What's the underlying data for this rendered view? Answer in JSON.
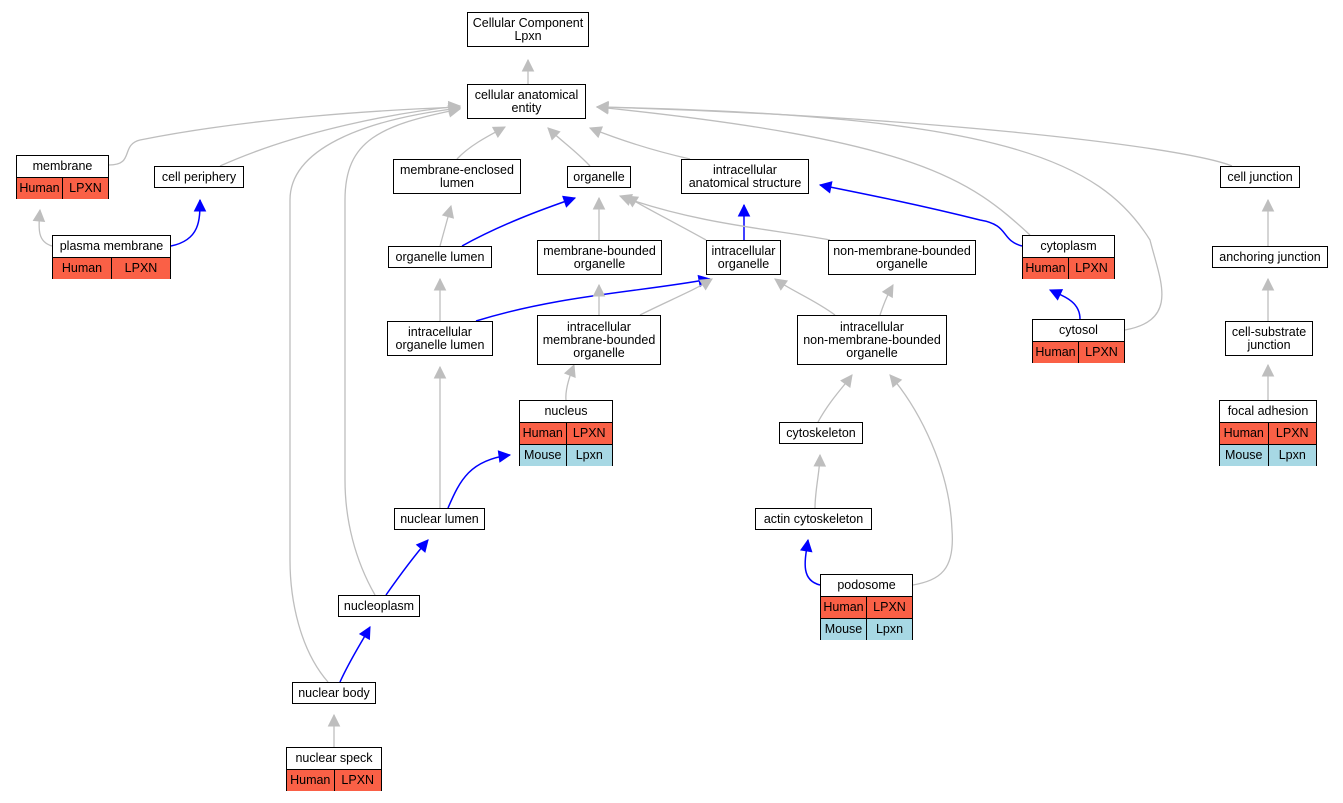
{
  "graph": {
    "nodes": [
      {
        "id": "root",
        "label": "Cellular Component\nLpxn",
        "annotations": []
      },
      {
        "id": "cae",
        "label": "cellular anatomical\nentity",
        "annotations": []
      },
      {
        "id": "membrane",
        "label": "membrane",
        "annotations": [
          [
            "Human",
            "LPXN"
          ]
        ]
      },
      {
        "id": "cellperiphery",
        "label": "cell periphery",
        "annotations": []
      },
      {
        "id": "plasmamembrane",
        "label": "plasma membrane",
        "annotations": [
          [
            "Human",
            "LPXN"
          ]
        ]
      },
      {
        "id": "mel",
        "label": "membrane-enclosed\nlumen",
        "annotations": []
      },
      {
        "id": "organelle",
        "label": "organelle",
        "annotations": []
      },
      {
        "id": "ias",
        "label": "intracellular\nanatomical structure",
        "annotations": []
      },
      {
        "id": "celljunction",
        "label": "cell junction",
        "annotations": []
      },
      {
        "id": "organellelumen",
        "label": "organelle lumen",
        "annotations": []
      },
      {
        "id": "mbo",
        "label": "membrane-bounded\norganelle",
        "annotations": []
      },
      {
        "id": "io",
        "label": "intracellular\norganelle",
        "annotations": []
      },
      {
        "id": "nmbo",
        "label": "non-membrane-bounded\norganelle",
        "annotations": []
      },
      {
        "id": "cytoplasm",
        "label": "cytoplasm",
        "annotations": [
          [
            "Human",
            "LPXN"
          ]
        ]
      },
      {
        "id": "anchoring",
        "label": "anchoring junction",
        "annotations": []
      },
      {
        "id": "iol",
        "label": "intracellular\norganelle lumen",
        "annotations": []
      },
      {
        "id": "imbo",
        "label": "intracellular\nmembrane-bounded\norganelle",
        "annotations": []
      },
      {
        "id": "inmbo",
        "label": "intracellular\nnon-membrane-bounded\norganelle",
        "annotations": []
      },
      {
        "id": "cytosol",
        "label": "cytosol",
        "annotations": [
          [
            "Human",
            "LPXN"
          ]
        ]
      },
      {
        "id": "csj",
        "label": "cell-substrate\njunction",
        "annotations": []
      },
      {
        "id": "nucleus",
        "label": "nucleus",
        "annotations": [
          [
            "Human",
            "LPXN"
          ],
          [
            "Mouse",
            "Lpxn"
          ]
        ]
      },
      {
        "id": "cytoskeleton",
        "label": "cytoskeleton",
        "annotations": []
      },
      {
        "id": "focaladhesion",
        "label": "focal adhesion",
        "annotations": [
          [
            "Human",
            "LPXN"
          ],
          [
            "Mouse",
            "Lpxn"
          ]
        ]
      },
      {
        "id": "nuclearlumen",
        "label": "nuclear lumen",
        "annotations": []
      },
      {
        "id": "actin",
        "label": "actin cytoskeleton",
        "annotations": []
      },
      {
        "id": "podosome",
        "label": "podosome",
        "annotations": [
          [
            "Human",
            "LPXN"
          ],
          [
            "Mouse",
            "Lpxn"
          ]
        ]
      },
      {
        "id": "nucleoplasm",
        "label": "nucleoplasm",
        "annotations": []
      },
      {
        "id": "nuclearbody",
        "label": "nuclear body",
        "annotations": []
      },
      {
        "id": "nuclearspeck",
        "label": "nuclear speck",
        "annotations": [
          [
            "Human",
            "LPXN"
          ]
        ]
      }
    ],
    "edges": [
      {
        "from": "cae",
        "to": "root",
        "relation": "is_a"
      },
      {
        "from": "membrane",
        "to": "cae",
        "relation": "is_a"
      },
      {
        "from": "cellperiphery",
        "to": "cae",
        "relation": "is_a"
      },
      {
        "from": "plasmamembrane",
        "to": "membrane",
        "relation": "is_a"
      },
      {
        "from": "plasmamembrane",
        "to": "cellperiphery",
        "relation": "part_of"
      },
      {
        "from": "mel",
        "to": "cae",
        "relation": "is_a"
      },
      {
        "from": "organelle",
        "to": "cae",
        "relation": "is_a"
      },
      {
        "from": "ias",
        "to": "cae",
        "relation": "is_a"
      },
      {
        "from": "celljunction",
        "to": "cae",
        "relation": "is_a"
      },
      {
        "from": "organellelumen",
        "to": "mel",
        "relation": "is_a"
      },
      {
        "from": "organellelumen",
        "to": "organelle",
        "relation": "part_of"
      },
      {
        "from": "mbo",
        "to": "organelle",
        "relation": "is_a"
      },
      {
        "from": "io",
        "to": "organelle",
        "relation": "is_a"
      },
      {
        "from": "io",
        "to": "ias",
        "relation": "part_of"
      },
      {
        "from": "nmbo",
        "to": "organelle",
        "relation": "is_a"
      },
      {
        "from": "cytoplasm",
        "to": "cae",
        "relation": "is_a"
      },
      {
        "from": "cytoplasm",
        "to": "ias",
        "relation": "part_of"
      },
      {
        "from": "anchoring",
        "to": "celljunction",
        "relation": "is_a"
      },
      {
        "from": "iol",
        "to": "organellelumen",
        "relation": "is_a"
      },
      {
        "from": "iol",
        "to": "io",
        "relation": "part_of"
      },
      {
        "from": "imbo",
        "to": "mbo",
        "relation": "is_a"
      },
      {
        "from": "imbo",
        "to": "io",
        "relation": "is_a"
      },
      {
        "from": "inmbo",
        "to": "io",
        "relation": "is_a"
      },
      {
        "from": "inmbo",
        "to": "nmbo",
        "relation": "is_a"
      },
      {
        "from": "cytosol",
        "to": "cytoplasm",
        "relation": "part_of"
      },
      {
        "from": "cytosol",
        "to": "cae",
        "relation": "is_a"
      },
      {
        "from": "csj",
        "to": "anchoring",
        "relation": "is_a"
      },
      {
        "from": "nucleus",
        "to": "imbo",
        "relation": "is_a"
      },
      {
        "from": "cytoskeleton",
        "to": "inmbo",
        "relation": "is_a"
      },
      {
        "from": "focaladhesion",
        "to": "csj",
        "relation": "is_a"
      },
      {
        "from": "nuclearlumen",
        "to": "iol",
        "relation": "is_a"
      },
      {
        "from": "nuclearlumen",
        "to": "nucleus",
        "relation": "part_of"
      },
      {
        "from": "actin",
        "to": "cytoskeleton",
        "relation": "is_a"
      },
      {
        "from": "podosome",
        "to": "actin",
        "relation": "part_of"
      },
      {
        "from": "podosome",
        "to": "inmbo",
        "relation": "is_a"
      },
      {
        "from": "nucleoplasm",
        "to": "nuclearlumen",
        "relation": "part_of"
      },
      {
        "from": "nucleoplasm",
        "to": "cae",
        "relation": "is_a"
      },
      {
        "from": "nuclearbody",
        "to": "nucleoplasm",
        "relation": "part_of"
      },
      {
        "from": "nuclearbody",
        "to": "cae",
        "relation": "is_a"
      },
      {
        "from": "nuclearspeck",
        "to": "nuclearbody",
        "relation": "is_a"
      }
    ]
  },
  "colors": {
    "is_a_edge": "#bebebe",
    "part_of_edge": "#0000ff",
    "human_row": "#fa6046",
    "mouse_row": "#a7d8e4",
    "node_border": "#000000"
  }
}
